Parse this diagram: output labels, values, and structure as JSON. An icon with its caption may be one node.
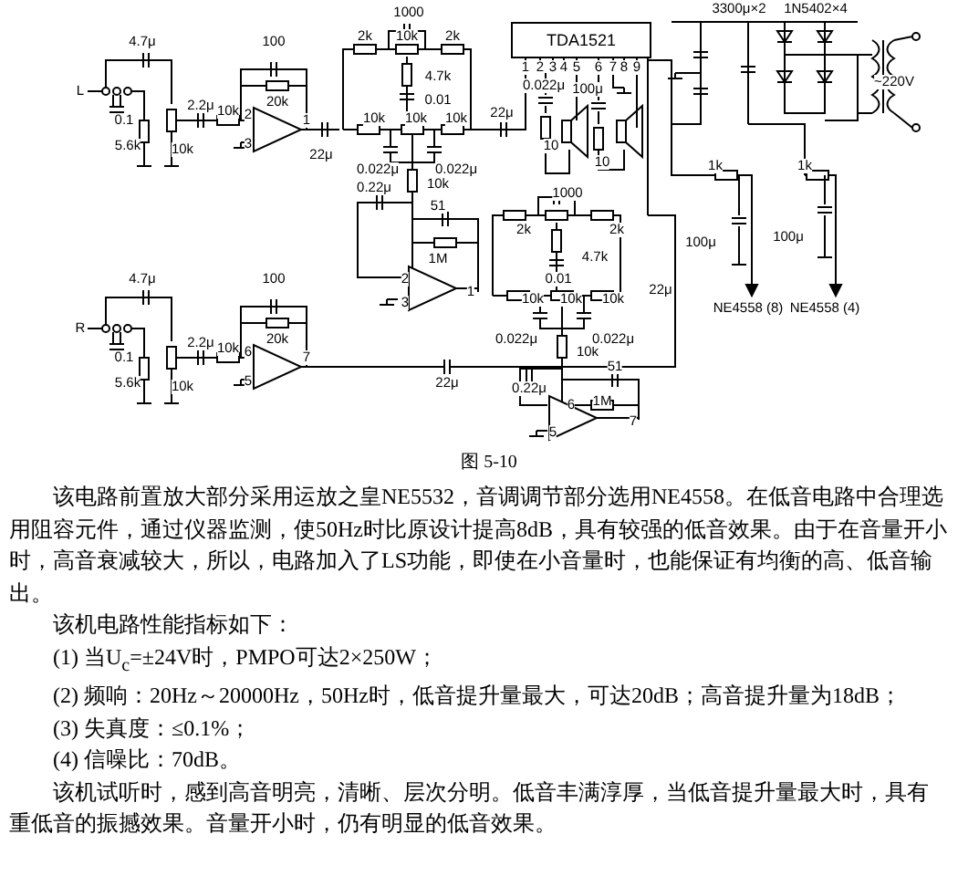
{
  "diagram": {
    "caption": "图 5-10",
    "nodes": [
      {
        "text": [
          "TDA1521"
        ],
        "beside": [
          "1",
          "2",
          "3",
          "4",
          "5",
          "6",
          "7",
          "8",
          "9"
        ]
      }
    ],
    "labels": [
      "1000",
      "3300μ×2",
      "1N5402×4",
      "4.7μ",
      "100",
      "2k",
      "10k",
      "2k",
      "L",
      "4.7k",
      "0.022μ",
      "100μ",
      "~220V",
      "2.2μ",
      "20k",
      "0.01",
      "0.1",
      "10k",
      "2",
      "1",
      "10k",
      "10k",
      "10k",
      "22μ",
      "5.6k",
      "10k",
      "3",
      "22μ",
      "10",
      "10",
      "0.022μ",
      "0.022μ",
      "1k",
      "1k",
      "0.22μ",
      "10k",
      "1000",
      "51",
      "2k",
      "2k",
      "100μ",
      "100μ",
      "1M",
      "4.7k",
      "4.7μ",
      "100",
      "2",
      "0.01",
      "3",
      "1",
      "10k",
      "10k",
      "10k",
      "22μ",
      "NE4558 (8)",
      "NE4558 (4)",
      "R",
      "2.2μ",
      "10k",
      "6",
      "20k",
      "0.022μ",
      "10k",
      "0.022μ",
      "0.1",
      "7",
      "51",
      "5.6k",
      "10k",
      "5",
      "22μ",
      "0.22μ",
      "6",
      "1M",
      "5",
      "7",
      "该电路前置放大部分采用运放之皇NE5532，音调调节部分选用NE4558。在低音电路中合理选用阻容元件，通过仪器监测，使50Hz时比原设计提高8dB，具有较强的低音效果。由于在音量开小时，高音衰减较大，所以，电路加入了LS功能，即使在小音量时，也能保证有均衡的高、低音输出。",
      "该机电路性能指标如下：",
      "(1) 当U$_{c}$=±24V时，PMPO可达2×250W；",
      "(2) 频响：20Hz～20000Hz，50Hz时，低音提升量最大，可达20dB；高音提升量为18dB；",
      "(3) 失真度：≤0.1%；",
      "(4) 信噪比：70dB。",
      "该机试听时，感到高音明亮，清晰、层次分明。低音丰满淳厚，当低音提升量最大时，具有重低音的振撼效果。音量开小时，仍有明显的低音效果。"
    ]
  }
}
